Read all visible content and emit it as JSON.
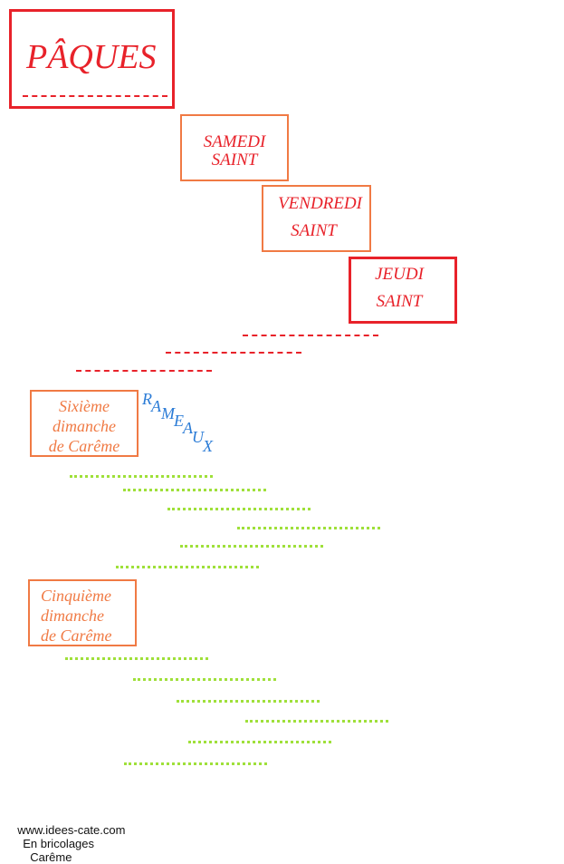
{
  "title": "PÂQUES",
  "days": [
    {
      "line1": "SAMEDI",
      "line2": "SAINT"
    },
    {
      "line1": "VENDREDI",
      "line2": "SAINT"
    },
    {
      "line1": "JEUDI",
      "line2": "SAINT"
    }
  ],
  "sundays": [
    {
      "line1": "Sixième",
      "line2": "dimanche",
      "line3": "de Carême"
    },
    {
      "line1": "Cinquième",
      "line2": "dimanche",
      "line3": "de Carême"
    }
  ],
  "rameaux": [
    "R",
    "A",
    "M",
    "E",
    "A",
    "U",
    "X"
  ],
  "footer": {
    "site": "www.idees-cate.com",
    "section": "En bricolages",
    "topic": "Carême"
  },
  "colors": {
    "red": "#e8222a",
    "orange": "#f07a44",
    "blue": "#2a7bd6",
    "green": "#9fe03a"
  }
}
